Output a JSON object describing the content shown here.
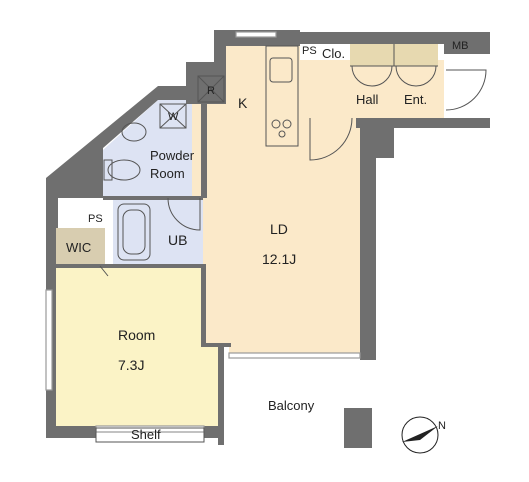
{
  "colors": {
    "wall": "#6f6f6f",
    "floor_living": "#fbe9c9",
    "floor_room": "#fbf3c6",
    "floor_wet": "#dde3f3",
    "floor_storage": "#e7d9b0",
    "floor_wic": "#d8cdb0",
    "line": "#555555",
    "window": "#9a9a9a"
  },
  "rooms": {
    "kitchen": "K",
    "fridge": "R",
    "washer": "W",
    "powder_room_line1": "Powder",
    "powder_room_line2": "Room",
    "pipe_space_top": "PS",
    "pipe_space_left": "PS",
    "closet": "Clo.",
    "meter_box": "MB",
    "hall": "Hall",
    "entrance": "Ent.",
    "unit_bath": "UB",
    "walk_in_closet": "WIC",
    "living_dining": "LD",
    "living_dining_size": "12.1J",
    "room": "Room",
    "room_size": "7.3J",
    "balcony": "Balcony",
    "shelf": "Shelf"
  },
  "compass": {
    "north_label": "N",
    "icon": "north-arrow-icon"
  }
}
